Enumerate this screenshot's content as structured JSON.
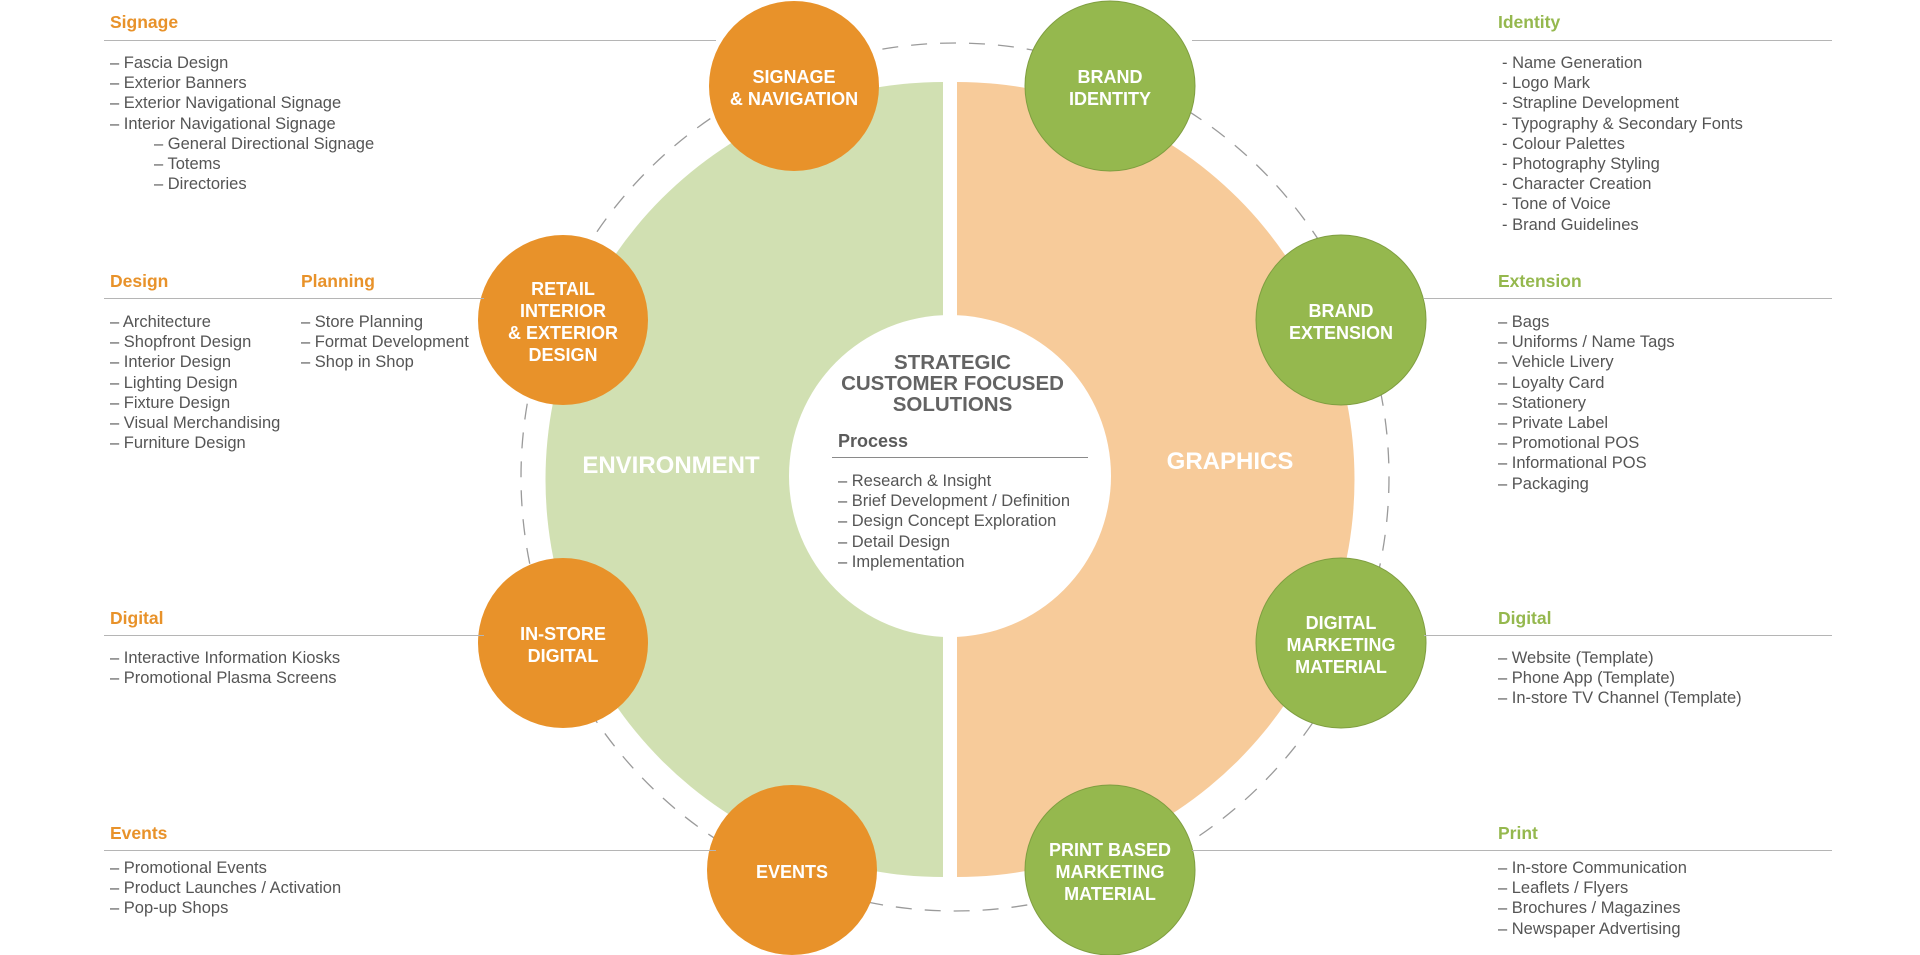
{
  "colors": {
    "orange": "#e8922a",
    "green": "#95b84e",
    "light_green": "#d1e0b2",
    "light_orange": "#f7cb9a",
    "text": "#555555"
  },
  "center": {
    "title_lines": [
      "STRATEGIC",
      "CUSTOMER FOCUSED",
      "SOLUTIONS"
    ],
    "process_heading": "Process",
    "process_items": [
      "– Research & Insight",
      "– Brief Development / Definition",
      "– Design Concept Exploration",
      "– Detail Design",
      "– Implementation"
    ]
  },
  "halves": {
    "left": "ENVIRONMENT",
    "right": "GRAPHICS"
  },
  "circles": {
    "signage": [
      "SIGNAGE",
      "& NAVIGATION"
    ],
    "retail": [
      "RETAIL",
      "INTERIOR",
      "& EXTERIOR",
      "DESIGN"
    ],
    "instore": [
      "IN-STORE",
      "DIGITAL"
    ],
    "events": [
      "EVENTS"
    ],
    "brand_identity": [
      "BRAND",
      "IDENTITY"
    ],
    "brand_extension": [
      "BRAND",
      "EXTENSION"
    ],
    "digital_marketing": [
      "DIGITAL",
      "MARKETING",
      "MATERIAL"
    ],
    "print_marketing": [
      "PRINT BASED",
      "MARKETING",
      "MATERIAL"
    ]
  },
  "left": {
    "signage": {
      "title": "Signage",
      "items": [
        "– Fascia Design",
        "– Exterior Banners",
        "– Exterior Navigational Signage",
        "– Interior Navigational Signage"
      ],
      "sub_items": [
        "– General Directional Signage",
        "– Totems",
        "– Directories"
      ]
    },
    "design": {
      "title": "Design",
      "items": [
        "– Architecture",
        "– Shopfront Design",
        "– Interior Design",
        "– Lighting Design",
        "– Fixture Design",
        "– Visual Merchandising",
        "– Furniture Design"
      ]
    },
    "planning": {
      "title": "Planning",
      "items": [
        "– Store Planning",
        "– Format Development",
        "– Shop in Shop"
      ]
    },
    "digital": {
      "title": "Digital",
      "items": [
        "– Interactive Information Kiosks",
        "– Promotional Plasma Screens"
      ]
    },
    "events": {
      "title": "Events",
      "items": [
        "– Promotional Events",
        "– Product Launches / Activation",
        "– Pop-up Shops"
      ]
    }
  },
  "right": {
    "identity": {
      "title": "Identity",
      "items": [
        "- Name Generation",
        "- Logo Mark",
        "- Strapline Development",
        "- Typography & Secondary Fonts",
        "- Colour Palettes",
        "- Photography Styling",
        "- Character Creation",
        "- Tone of Voice",
        "- Brand Guidelines"
      ]
    },
    "extension": {
      "title": "Extension",
      "items": [
        "– Bags",
        "– Uniforms / Name Tags",
        "– Vehicle Livery",
        "– Loyalty Card",
        "– Stationery",
        "– Private Label",
        "– Promotional POS",
        "– Informational POS",
        "– Packaging"
      ]
    },
    "digital": {
      "title": "Digital",
      "items": [
        "– Website (Template)",
        "– Phone App (Template)",
        "– In-store TV Channel (Template)"
      ]
    },
    "print": {
      "title": "Print",
      "items": [
        "– In-store Communication",
        "– Leaflets / Flyers",
        "– Brochures / Magazines",
        "– Newspaper Advertising"
      ]
    }
  }
}
